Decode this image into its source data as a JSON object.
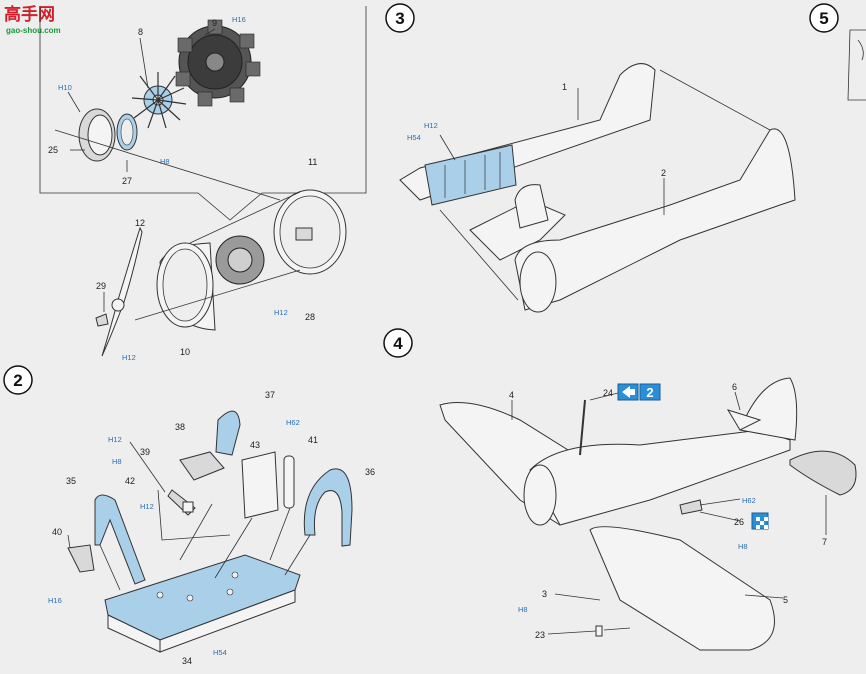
{
  "watermark": {
    "brand": "高手网",
    "site": "gao-shou.com",
    "color_red": "#d0202a",
    "color_green": "#1a9a3a"
  },
  "steps": {
    "s2": "2",
    "s3": "3",
    "s4": "4",
    "s5": "5"
  },
  "parts": {
    "p1": "1",
    "p2": "2",
    "p3": "3",
    "p4": "4",
    "p5": "5",
    "p6": "6",
    "p7": "7",
    "p8": "8",
    "p9": "9",
    "p10": "10",
    "p11": "11",
    "p12": "12",
    "p23": "23",
    "p24": "24",
    "p25": "25",
    "p26": "26",
    "p27": "27",
    "p28": "28",
    "p29": "29",
    "p34": "34",
    "p35": "35",
    "p36": "36",
    "p37": "37",
    "p38": "38",
    "p39": "39",
    "p40": "40",
    "p41": "41",
    "p42": "42",
    "p43": "43"
  },
  "paints": {
    "h16_top": "H16",
    "h10": "H10",
    "h8_engine": "H8",
    "h12_ring": "H12",
    "h12_cowl": "H12",
    "h12_fus": "H12",
    "h54_fus": "H54",
    "h12_seat": "H12",
    "h8_seat": "H8",
    "h12_rod": "H12",
    "h62_seat": "H62",
    "h16_seat": "H16",
    "h54_floor": "H54",
    "h62_wing": "H62",
    "h8_wing": "H8",
    "h8_gear": "H8"
  },
  "refs": {
    "ref_step2": "2"
  },
  "colors": {
    "paint_ref": "#2b6fb0",
    "blue_part": "#a9cfe9",
    "ref_box": "#2a8fd6"
  }
}
